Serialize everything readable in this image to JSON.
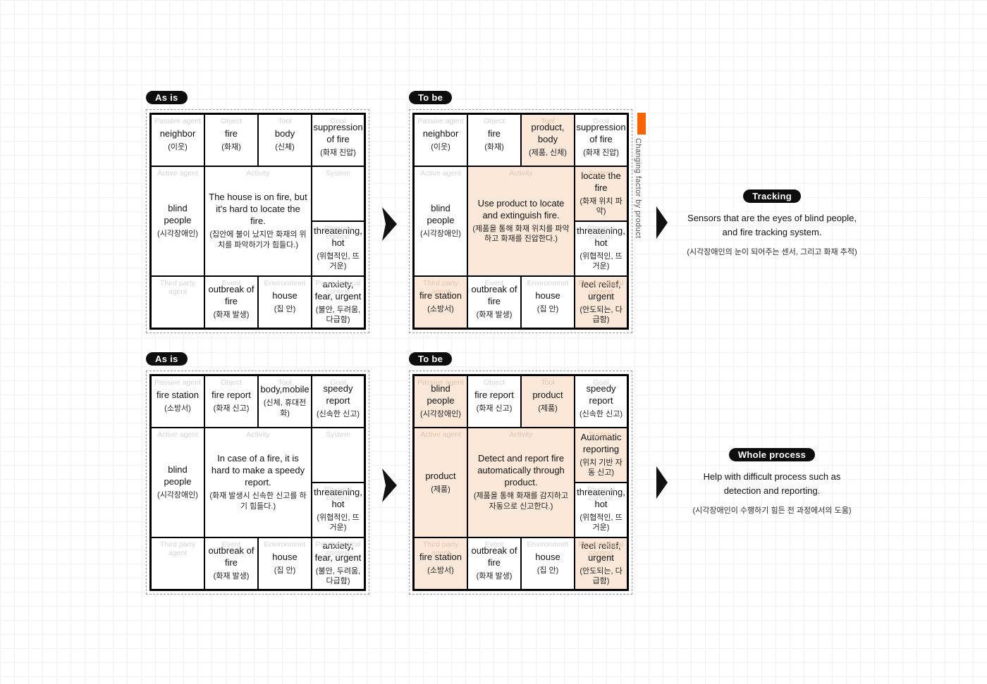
{
  "colors": {
    "highlight": "#FBE8D9",
    "changing_factor_orange": "#F96302",
    "badge_black": "#0D0D0D",
    "header_gray": "#D4D4D4",
    "header_on_highlight": "#E6C4AC"
  },
  "changing_factor": {
    "label": "Changing factor by product"
  },
  "tables": [
    {
      "badge": "As is",
      "cells": [
        {
          "header": "Passive agent",
          "value": "neighbor",
          "sub": "(이웃)",
          "hl": false
        },
        {
          "header": "Object",
          "value": "fire",
          "sub": "(화재)",
          "hl": false
        },
        {
          "header": "Tool",
          "value": "body",
          "sub": "(신체)",
          "hl": false
        },
        {
          "header": "Goal",
          "value": "suppression of fire",
          "sub": "(화재 진압)",
          "hl": false
        },
        {
          "header": "Active agent",
          "value": "blind people",
          "sub": "(시각장애인)",
          "hl": false
        },
        {
          "header": "Activity",
          "value": "The house is on fire, but it's hard to locate the fire.",
          "sub": "(집안에 불이 났지만 화재의 위치를 파악하기가 힘들다.)",
          "hl": false
        },
        {
          "header": "System",
          "value": "",
          "sub": "",
          "hl": false
        },
        {
          "header": "Physical context",
          "value": "threatening, hot",
          "sub": "(위협적인, 뜨거운)",
          "hl": false
        },
        {
          "header": "Third party agent",
          "value": "",
          "sub": "",
          "hl": false
        },
        {
          "header": "Event",
          "value": "outbreak of fire",
          "sub": "(화재 발생)",
          "hl": false
        },
        {
          "header": "Environmnet",
          "value": "house",
          "sub": "(집 안)",
          "hl": false
        },
        {
          "header": "Psychological context",
          "value": "anxiety, fear, urgent",
          "sub": "(불안, 두려움, 다급함)",
          "hl": false
        }
      ]
    },
    {
      "badge": "To be",
      "cells": [
        {
          "header": "Passive agent",
          "value": "neighbor",
          "sub": "(이웃)",
          "hl": false
        },
        {
          "header": "Object",
          "value": "fire",
          "sub": "(화재)",
          "hl": false
        },
        {
          "header": "Tool",
          "value": "product, body",
          "sub": "(제품, 신체)",
          "hl": true
        },
        {
          "header": "Goal",
          "value": "suppression of fire",
          "sub": "(화재 진압)",
          "hl": false
        },
        {
          "header": "Active agent",
          "value": "blind people",
          "sub": "(시각장애인)",
          "hl": false
        },
        {
          "header": "Activity",
          "value": "Use product to locate and extinguish fire.",
          "sub": "(제품을 통해 화재 위치를 파악하고 화재를 진압한다.)",
          "hl": true
        },
        {
          "header": "System",
          "value": "locate the fire",
          "sub": "(화재 위치 파악)",
          "hl": true
        },
        {
          "header": "Physical context",
          "value": "threatening, hot",
          "sub": "(위협적인, 뜨거운)",
          "hl": false
        },
        {
          "header": "Third party agent",
          "value": "fire station",
          "sub": "(소방서)",
          "hl": true
        },
        {
          "header": "Event",
          "value": "outbreak of fire",
          "sub": "(화재 발생)",
          "hl": false
        },
        {
          "header": "Environmnet",
          "value": "house",
          "sub": "(집 안)",
          "hl": false
        },
        {
          "header": "Psychological context",
          "value": "feel relief, urgent",
          "sub": "(안도되는, 다급함)",
          "hl": true
        }
      ]
    },
    {
      "badge": "As is",
      "cells": [
        {
          "header": "Passive agent",
          "value": "fire station",
          "sub": "(소방서)",
          "hl": false
        },
        {
          "header": "Object",
          "value": "fire report",
          "sub": "(화재 신고)",
          "hl": false
        },
        {
          "header": "Tool",
          "value": "body,mobile",
          "sub": "(신체, 휴대전화)",
          "hl": false
        },
        {
          "header": "Goal",
          "value": "speedy report",
          "sub": "(신속한 신고)",
          "hl": false
        },
        {
          "header": "Active agent",
          "value": "blind people",
          "sub": "(시각장애인)",
          "hl": false
        },
        {
          "header": "Activity",
          "value": "In case of a fire, it is hard to make a speedy report.",
          "sub": "(화재 발생시 신속한 신고를 하기 힘들다.)",
          "hl": false
        },
        {
          "header": "System",
          "value": "",
          "sub": "",
          "hl": false
        },
        {
          "header": "Physical context",
          "value": "threatening, hot",
          "sub": "(위협적인, 뜨거운)",
          "hl": false
        },
        {
          "header": "Third party agent",
          "value": "",
          "sub": "",
          "hl": false
        },
        {
          "header": "Event",
          "value": "outbreak of fire",
          "sub": "(화재 발생)",
          "hl": false
        },
        {
          "header": "Environmnet",
          "value": "house",
          "sub": "(집 안)",
          "hl": false
        },
        {
          "header": "Psychological context",
          "value": "anxiety, fear, urgent",
          "sub": "(불안, 두려움, 다급함)",
          "hl": false
        }
      ]
    },
    {
      "badge": "To be",
      "cells": [
        {
          "header": "Passive agent",
          "value": "blind people",
          "sub": "(시각장애인)",
          "hl": true
        },
        {
          "header": "Object",
          "value": "fire report",
          "sub": "(화재 신고)",
          "hl": false
        },
        {
          "header": "Tool",
          "value": "product",
          "sub": "(제품)",
          "hl": true
        },
        {
          "header": "Goal",
          "value": "speedy report",
          "sub": "(신속한 신고)",
          "hl": false
        },
        {
          "header": "Active agent",
          "value": "product",
          "sub": "(제품)",
          "hl": true
        },
        {
          "header": "Activity",
          "value": "Detect and report fire automatically through product.",
          "sub": "(제품을 통해 화재를 감지하고 자동으로 신고한다.)",
          "hl": true
        },
        {
          "header": "System",
          "value": "Automatic reporting",
          "sub": "(위치 기반 자동 신고)",
          "hl": true
        },
        {
          "header": "Physical context",
          "value": "threatening, hot",
          "sub": "(위협적인, 뜨거운)",
          "hl": false
        },
        {
          "header": "Third party agent",
          "value": "fire station",
          "sub": "(소방서)",
          "hl": true
        },
        {
          "header": "Event",
          "value": "outbreak of fire",
          "sub": "(화재 발생)",
          "hl": false
        },
        {
          "header": "Environmnet",
          "value": "house",
          "sub": "(집 안)",
          "hl": false
        },
        {
          "header": "Psychological context",
          "value": "feel relief, urgent",
          "sub": "(안도되는, 다급함)",
          "hl": true
        }
      ]
    }
  ],
  "annotations": [
    {
      "badge": "Tracking",
      "line1": "Sensors that are the eyes of blind people,",
      "line2": "and fire tracking system.",
      "korean": "(시각장애인의 눈이 되어주는 센서, 그리고 화재 추적)"
    },
    {
      "badge": "Whole process",
      "line1": "Help with difficult process such as",
      "line2": "detection and reporting.",
      "korean": "(시각장애인이 수행하기 힘든 전 과정에서의 도움)"
    }
  ]
}
